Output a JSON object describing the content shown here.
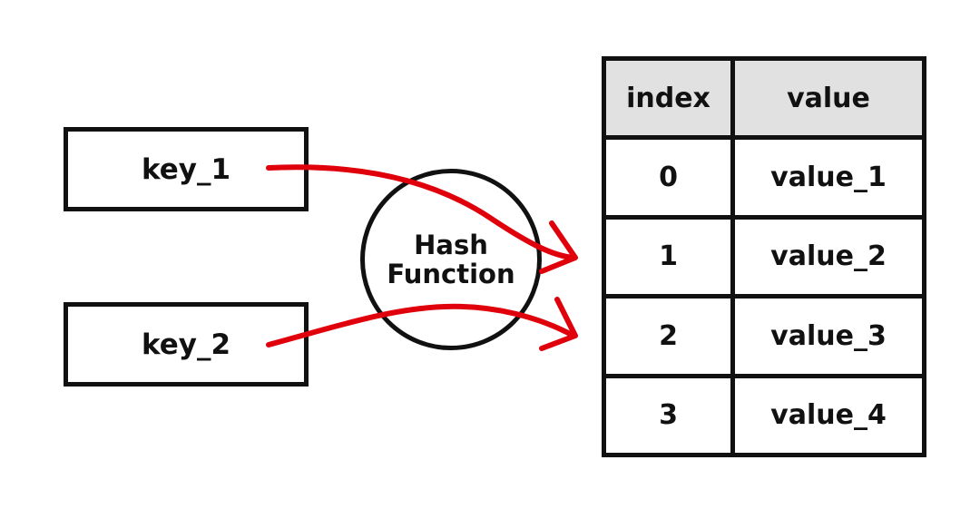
{
  "keys": [
    "key_1",
    "key_2"
  ],
  "hash_function": {
    "line1": "Hash",
    "line2": "Function"
  },
  "table": {
    "headers": {
      "index": "index",
      "value": "value"
    },
    "rows": [
      {
        "index": "0",
        "value": "value_1"
      },
      {
        "index": "1",
        "value": "value_2"
      },
      {
        "index": "2",
        "value": "value_3"
      },
      {
        "index": "3",
        "value": "value_4"
      }
    ]
  },
  "colors": {
    "arrow": "#e0000b",
    "border": "#111111",
    "header_fill": "#e0e1e0"
  }
}
